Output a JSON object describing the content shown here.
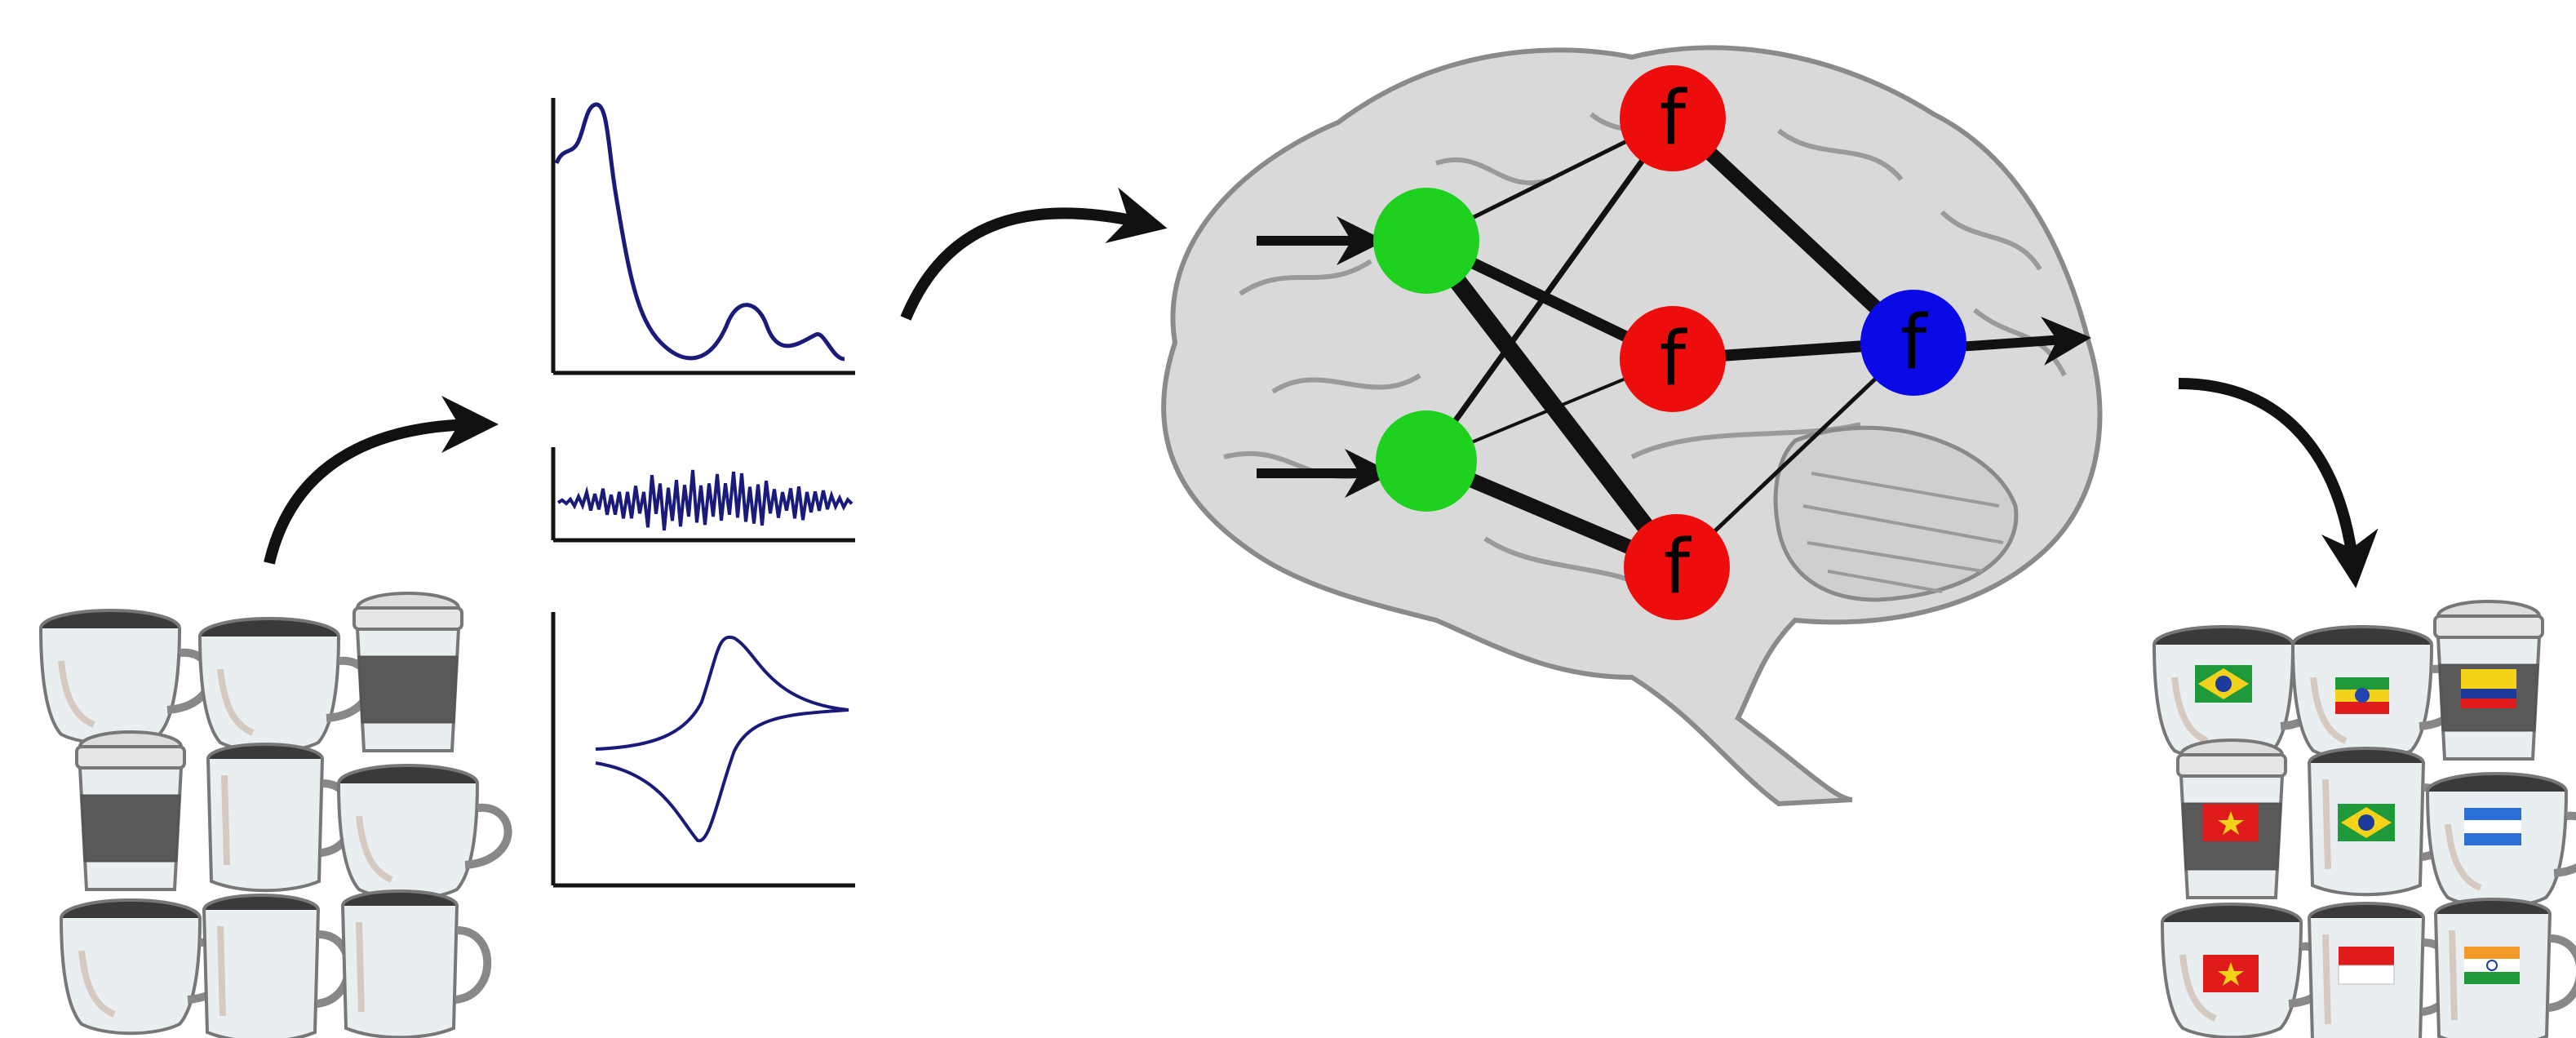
{
  "diagram": {
    "node_symbol": "f",
    "colors": {
      "input_node": "#1fd11f",
      "hidden_node": "#ee0d0d",
      "output_node": "#0a0ae6",
      "edge": "#111111",
      "signal": "#1a1a7a",
      "cup_body": "#e9eef1",
      "cup_sleeve": "#5a5a5a",
      "brain_fill": "#d9d9d9",
      "brain_stroke": "#8a8a8a"
    },
    "icons": {
      "raw_cups": "coffee-cup-icon",
      "labeled_cups": "flagged-coffee-cup-icon",
      "organ": "brain-icon"
    },
    "flags": [
      "brazil",
      "ethiopia",
      "colombia",
      "vietnam",
      "brazil",
      "honduras",
      "vietnam",
      "indonesia",
      "india"
    ]
  }
}
